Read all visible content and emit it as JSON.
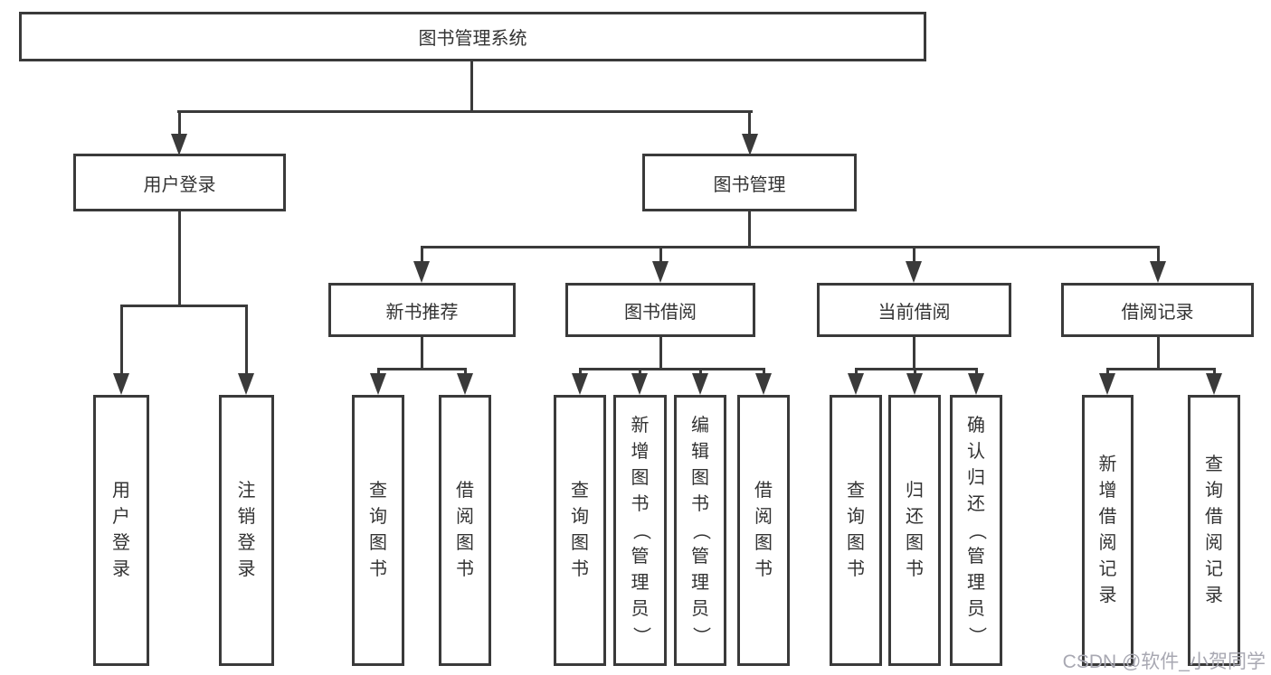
{
  "tree": {
    "label": "图书管理系统",
    "children": [
      {
        "label": "用户登录",
        "children": [
          {
            "label": "用户登录"
          },
          {
            "label": "注销登录"
          }
        ]
      },
      {
        "label": "图书管理",
        "children": [
          {
            "label": "新书推荐",
            "children": [
              {
                "label": "查询图书"
              },
              {
                "label": "借阅图书"
              }
            ]
          },
          {
            "label": "图书借阅",
            "children": [
              {
                "label": "查询图书"
              },
              {
                "label": "新增图书（管理员）"
              },
              {
                "label": "编辑图书（管理员）"
              },
              {
                "label": "借阅图书"
              }
            ]
          },
          {
            "label": "当前借阅",
            "children": [
              {
                "label": "查询图书"
              },
              {
                "label": "归还图书"
              },
              {
                "label": "确认归还（管理员）"
              }
            ]
          },
          {
            "label": "借阅记录",
            "children": [
              {
                "label": "新增借阅记录"
              },
              {
                "label": "查询借阅记录"
              }
            ]
          }
        ]
      }
    ]
  },
  "watermark": {
    "text": "CSDN @软件_小贺同学"
  },
  "colors": {
    "line": "#3a3a3a",
    "box_bg": "#ffffff",
    "watermark": "#a8a8b2"
  }
}
